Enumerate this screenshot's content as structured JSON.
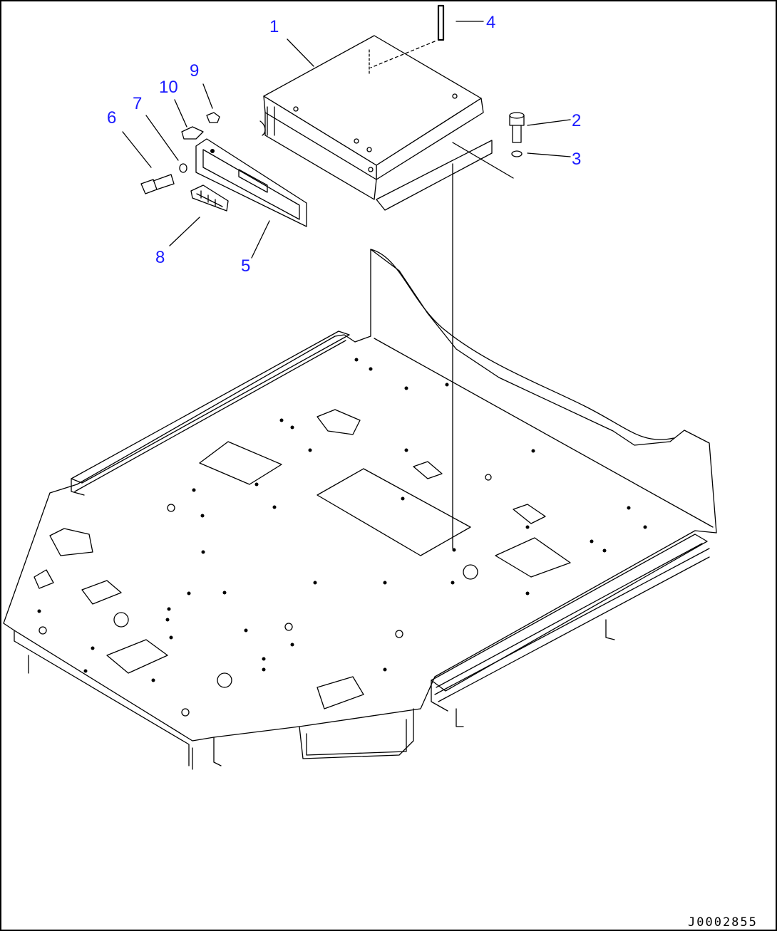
{
  "callouts": [
    {
      "id": "1",
      "text": "1"
    },
    {
      "id": "2",
      "text": "2"
    },
    {
      "id": "3",
      "text": "3"
    },
    {
      "id": "4",
      "text": "4"
    },
    {
      "id": "5",
      "text": "5"
    },
    {
      "id": "6",
      "text": "6"
    },
    {
      "id": "7",
      "text": "7"
    },
    {
      "id": "8",
      "text": "8"
    },
    {
      "id": "9",
      "text": "9"
    },
    {
      "id": "10",
      "text": "10"
    }
  ],
  "drawing_code": "J0002855",
  "colors": {
    "callout": "#1a1aff",
    "line": "#000000",
    "background": "#ffffff"
  }
}
